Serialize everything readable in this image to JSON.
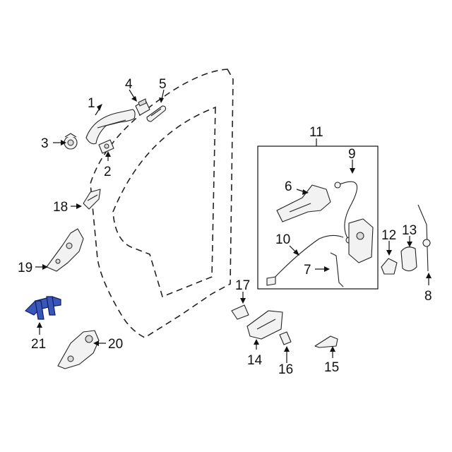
{
  "diagram": {
    "callouts": {
      "c1": "1",
      "c2": "2",
      "c3": "3",
      "c4": "4",
      "c5": "5",
      "c6": "6",
      "c7": "7",
      "c8": "8",
      "c9": "9",
      "c10": "10",
      "c11": "11",
      "c12": "12",
      "c13": "13",
      "c14": "14",
      "c15": "15",
      "c16": "16",
      "c17": "17",
      "c18": "18",
      "c19": "19",
      "c20": "20",
      "c21": "21"
    },
    "highlight_color": "#3a56b8",
    "highlighted_part": "21"
  }
}
